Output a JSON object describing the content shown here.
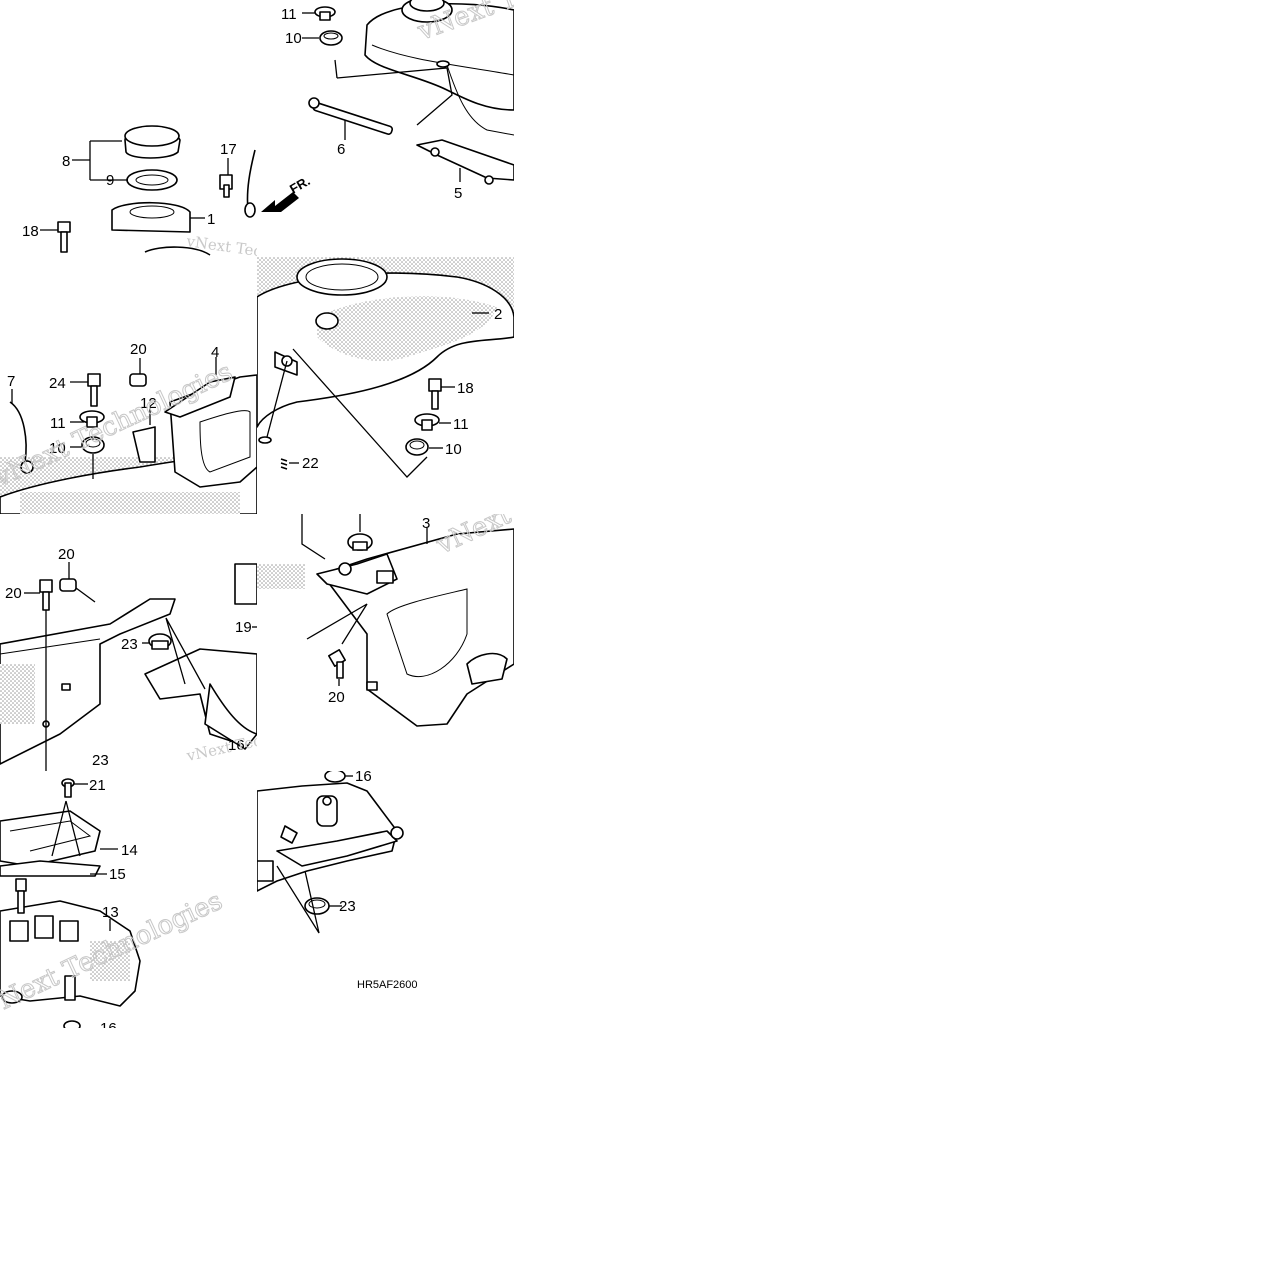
{
  "diagram": {
    "code": "HR5AF2600",
    "arrow_label": "FR.",
    "watermark": "vNext Technologies",
    "callouts": {
      "t1": [
        "11",
        "10",
        "6",
        "5"
      ],
      "t2": [
        "8",
        "9",
        "17",
        "1",
        "18"
      ],
      "t3": [
        "2",
        "18",
        "11",
        "10",
        "22"
      ],
      "t4": [
        "7",
        "24",
        "20",
        "4",
        "12",
        "11",
        "10"
      ],
      "t5": [
        "3",
        "20"
      ],
      "t6": [
        "20",
        "20",
        "23",
        "19",
        "16"
      ],
      "t7": [
        "16",
        "23"
      ],
      "t8": [
        "23",
        "21",
        "14",
        "15",
        "13",
        "16"
      ]
    }
  }
}
